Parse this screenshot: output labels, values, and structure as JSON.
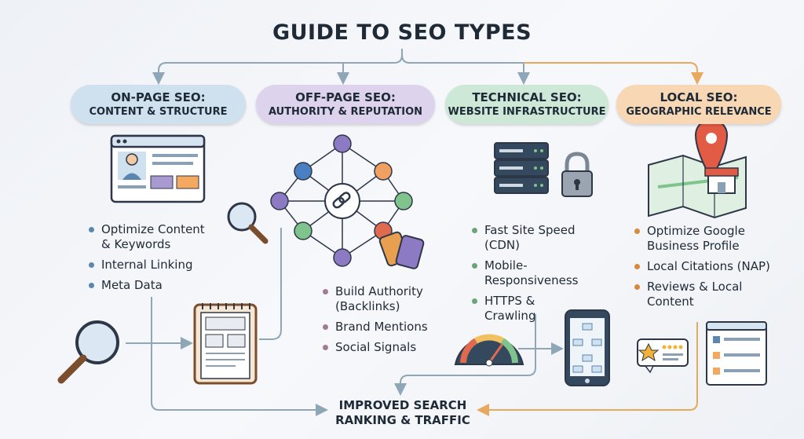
{
  "title": "GUIDE TO SEO TYPES",
  "categories": [
    {
      "title": "ON-PAGE SEO:",
      "subtitle": "CONTENT & STRUCTURE",
      "color": "#cfe0ee",
      "items": [
        "Optimize Content & Keywords",
        "Internal Linking",
        "Meta Data"
      ]
    },
    {
      "title": "OFF-PAGE SEO:",
      "subtitle": "AUTHORITY & REPUTATION",
      "color": "#ddd3ec",
      "items": [
        "Build Authority (Backlinks)",
        "Brand Mentions",
        "Social Signals"
      ]
    },
    {
      "title": "TECHNICAL SEO:",
      "subtitle": "WEBSITE INFRASTRUCTURE",
      "color": "#cde8d6",
      "items": [
        "Fast Site Speed (CDN)",
        "Mobile-Responsiveness",
        "HTTPS & Crawling"
      ]
    },
    {
      "title": "LOCAL SEO:",
      "subtitle": "GEOGRAPHIC RELEVANCE",
      "color": "#f8d8b4",
      "items": [
        "Optimize Google Business Profile",
        "Local Citations (NAP)",
        "Reviews & Local Content"
      ]
    }
  ],
  "result": {
    "line1": "IMPROVED SEARCH",
    "line2": "RANKING & TRAFFIC"
  },
  "icons": [
    "webpage-icon",
    "magnifier-icon",
    "network-graph-icon",
    "link-icon",
    "price-tags-icon",
    "server-icon",
    "padlock-icon",
    "map-pin-icon",
    "store-icon",
    "notepad-wireframe-icon",
    "speedometer-icon",
    "smartphone-icon",
    "review-stars-icon",
    "listing-icon"
  ]
}
